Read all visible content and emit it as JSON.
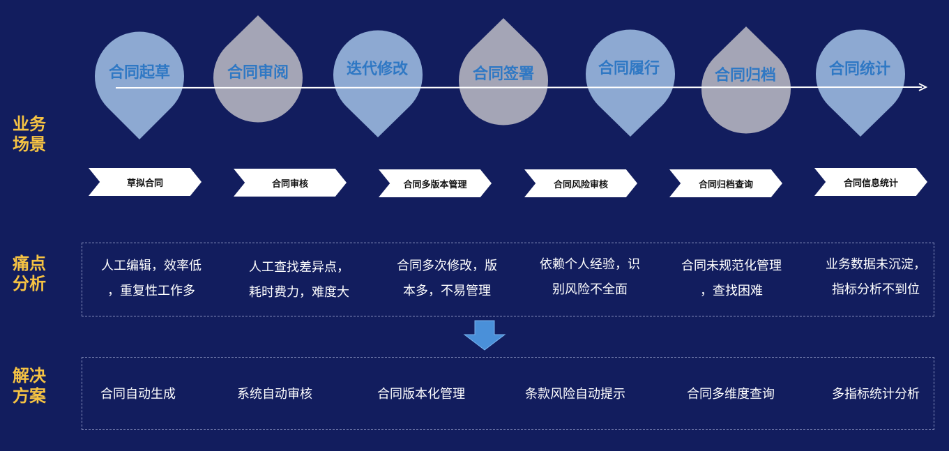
{
  "section_labels": {
    "scenario": [
      "业务",
      "场景"
    ],
    "pain": [
      "痛点",
      "分析"
    ],
    "solution": [
      "解决",
      "方案"
    ]
  },
  "stages": [
    "合同起草",
    "合同审阅",
    "迭代修改",
    "合同签署",
    "合同履行",
    "合同归档",
    "合同统计"
  ],
  "steps": [
    "草拟合同",
    "合同审核",
    "合同多版本管理",
    "合同风险审核",
    "合同归档查询",
    "合同信息统计"
  ],
  "pain_points": [
    [
      "人工编辑，效率低",
      "，重复性工作多"
    ],
    [
      "人工查找差异点，",
      "耗时费力，难度大"
    ],
    [
      "合同多次修改，版",
      "本多，不易管理"
    ],
    [
      "依赖个人经验，识",
      "别风险不全面"
    ],
    [
      "合同未规范化管理",
      "，查找困难"
    ],
    [
      "业务数据未沉淀，",
      "指标分析不到位"
    ]
  ],
  "solutions": [
    "合同自动生成",
    "系统自动审核",
    "合同版本化管理",
    "条款风险自动提示",
    "合同多维度查询",
    "多指标统计分析"
  ],
  "colors": {
    "background": "#121d5e",
    "drop_blue": "#8da9d2",
    "drop_gray": "#a4a5b6",
    "stage_text": "#2f78c4",
    "label_yellow": "#f6c343",
    "arrow_blue": "#4a90d9"
  },
  "icons": [
    "down-arrow-icon",
    "right-arrow-icon"
  ]
}
